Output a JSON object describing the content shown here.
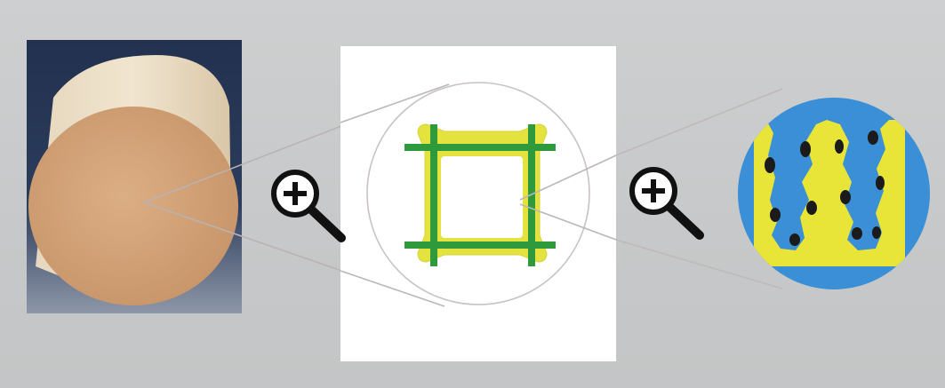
{
  "diagram": {
    "stages": [
      {
        "name": "cylindrical-monolith",
        "description_icon": "cylinder-photo"
      },
      {
        "name": "cell-cross-section",
        "description_icon": "honeycomb-cell"
      },
      {
        "name": "porous-washcoat",
        "description_icon": "porous-layer"
      }
    ],
    "connectors": [
      {
        "icon": "magnifier-plus-icon"
      },
      {
        "icon": "magnifier-plus-icon"
      }
    ],
    "colors": {
      "background": "#c9cbcc",
      "photo_backdrop": "#1c2a45",
      "cylinder_side": "#eadbc2",
      "cylinder_face": "#d4a47a",
      "cell_wall": "#2e9b3c",
      "cell_coating": "#e6e33a",
      "pore_blue": "#3a8fd6",
      "pore_yellow": "#e8e438",
      "pore_dark": "#1a1a1a",
      "zoom_line": "#b8b2b2"
    }
  }
}
